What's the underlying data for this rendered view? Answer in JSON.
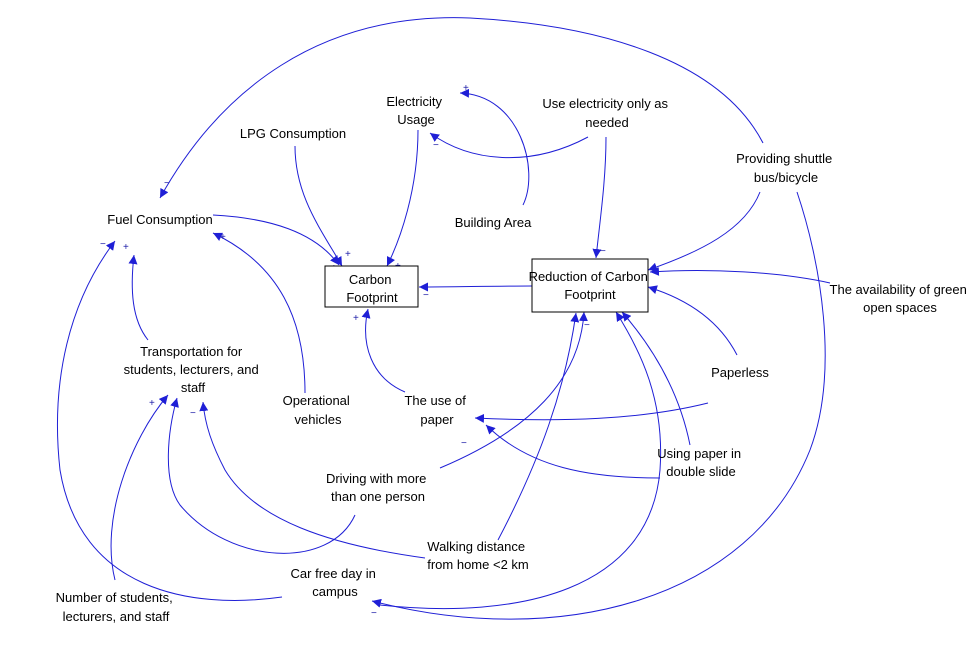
{
  "colors": {
    "link": "#1f1fd6",
    "text": "#000000",
    "box_border": "#000000",
    "background": "#ffffff"
  },
  "nodes": {
    "electricity_usage": [
      "Electricity",
      "Usage"
    ],
    "use_electricity_as_needed": [
      "Use electricity only as",
      "needed"
    ],
    "lpg_consumption": [
      "LPG Consumption"
    ],
    "providing_shuttle": [
      "Providing shuttle",
      "bus/bicycle"
    ],
    "fuel_consumption": [
      "Fuel Consumption"
    ],
    "building_area": [
      "Building Area"
    ],
    "carbon_footprint": [
      "Carbon",
      "Footprint"
    ],
    "reduction_carbon_footprint": [
      "Reduction of Carbon",
      "Footprint"
    ],
    "green_open_spaces": [
      "The availability of green",
      "open spaces"
    ],
    "transportation": [
      "Transportation for",
      "students, lecturers, and",
      "staff"
    ],
    "paperless": [
      "Paperless"
    ],
    "operational_vehicles": [
      "Operational",
      "vehicles"
    ],
    "use_of_paper": [
      "The use of",
      "paper"
    ],
    "paper_double_slide": [
      "Using paper in",
      "double slide"
    ],
    "driving_more_than_one": [
      "Driving with more",
      "than one person"
    ],
    "walking_distance": [
      "Walking distance",
      "from home <2 km"
    ],
    "car_free_day": [
      "Car free day in",
      "campus"
    ],
    "number_students": [
      "Number of students,",
      "lecturers, and staff"
    ]
  },
  "links": [
    {
      "from": "Providing shuttle bus/bicycle",
      "to": "Fuel Consumption",
      "polarity": "−"
    },
    {
      "from": "Building Area",
      "to": "Electricity Usage",
      "polarity": "+"
    },
    {
      "from": "Use electricity only as needed",
      "to": "Electricity Usage",
      "polarity": "−"
    },
    {
      "from": "LPG Consumption",
      "to": "Carbon Footprint",
      "polarity": "+"
    },
    {
      "from": "Electricity Usage",
      "to": "Carbon Footprint",
      "polarity": "+"
    },
    {
      "from": "Fuel Consumption",
      "to": "Carbon Footprint",
      "polarity": "+"
    },
    {
      "from": "Reduction of Carbon Footprint",
      "to": "Carbon Footprint",
      "polarity": "−"
    },
    {
      "from": "The use of paper",
      "to": "Carbon Footprint",
      "polarity": "+"
    },
    {
      "from": "Use electricity only as needed",
      "to": "Reduction of Carbon Footprint",
      "polarity": "−"
    },
    {
      "from": "Providing shuttle bus/bicycle",
      "to": "Reduction of Carbon Footprint",
      "polarity": ""
    },
    {
      "from": "The availability of green open spaces",
      "to": "Reduction of Carbon Footprint",
      "polarity": ""
    },
    {
      "from": "Paperless",
      "to": "Reduction of Carbon Footprint",
      "polarity": ""
    },
    {
      "from": "Using paper in double slide",
      "to": "Reduction of Carbon Footprint",
      "polarity": ""
    },
    {
      "from": "Driving with more than one person",
      "to": "Reduction of Carbon Footprint",
      "polarity": "−"
    },
    {
      "from": "Walking distance from home <2 km",
      "to": "Reduction of Carbon Footprint",
      "polarity": ""
    },
    {
      "from": "Car free day in campus",
      "to": "Reduction of Carbon Footprint",
      "polarity": ""
    },
    {
      "from": "Transportation for students, lecturers, and staff",
      "to": "Fuel Consumption",
      "polarity": "+"
    },
    {
      "from": "Operational vehicles",
      "to": "Fuel Consumption",
      "polarity": "+"
    },
    {
      "from": "Car free day in campus",
      "to": "Fuel Consumption",
      "polarity": "−"
    },
    {
      "from": "Number of students, lecturers, and staff",
      "to": "Transportation for students, lecturers, and staff",
      "polarity": "+"
    },
    {
      "from": "Driving with more than one person",
      "to": "Transportation for students, lecturers, and staff",
      "polarity": ""
    },
    {
      "from": "Walking distance from home <2 km",
      "to": "Transportation for students, lecturers, and staff",
      "polarity": "−"
    },
    {
      "from": "Paperless",
      "to": "The use of paper",
      "polarity": ""
    },
    {
      "from": "Using paper in double slide",
      "to": "The use of paper",
      "polarity": "−"
    },
    {
      "from": "Providing shuttle bus/bicycle",
      "to": "Car free day in campus",
      "polarity": "−"
    }
  ],
  "polarity_marks": {
    "pos": "+",
    "neg": "−"
  }
}
